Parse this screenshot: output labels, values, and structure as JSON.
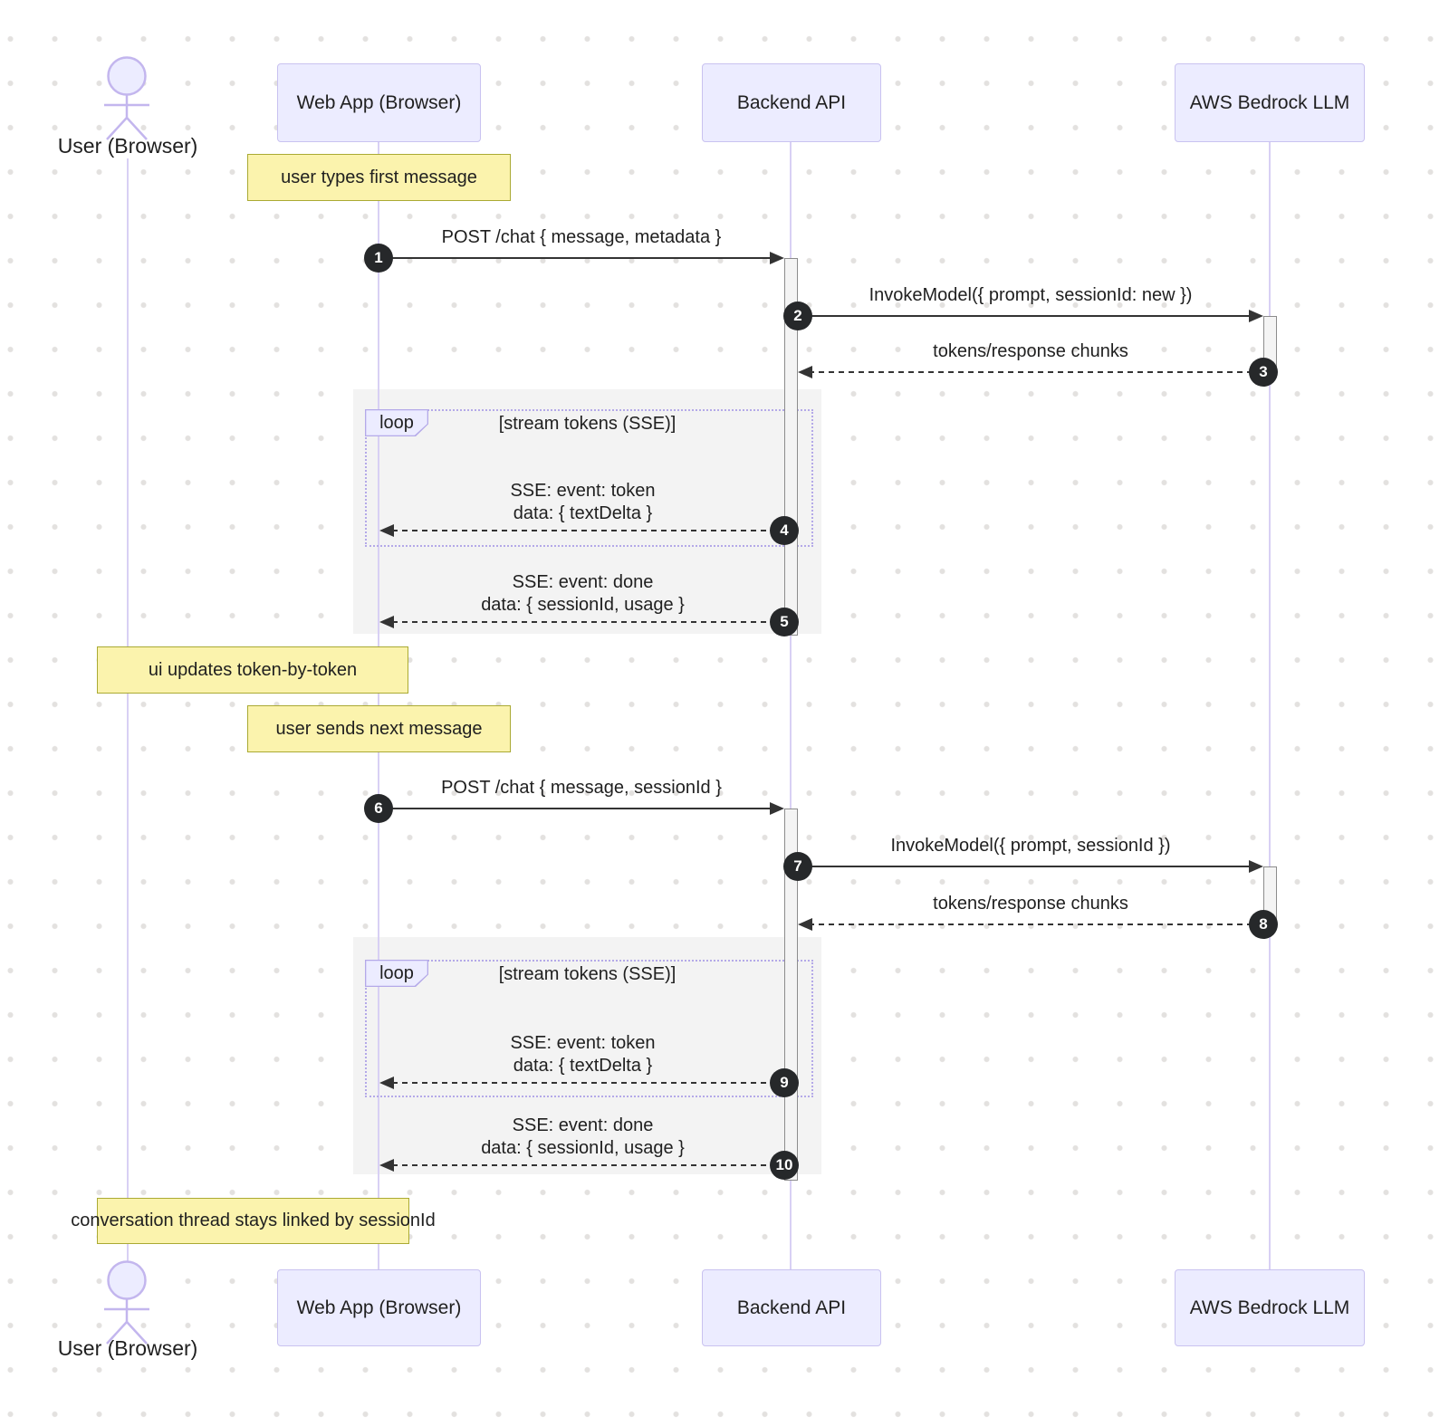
{
  "diagram": {
    "actor_label": "User (Browser)",
    "participants": {
      "webapp": "Web App (Browser)",
      "backend": "Backend API",
      "bedrock": "AWS Bedrock LLM"
    },
    "notes": [
      {
        "text": "user types first message",
        "over": "webapp"
      },
      {
        "text": "ui updates token-by-token",
        "over": "user,webapp"
      },
      {
        "text": "user sends next message",
        "over": "webapp"
      },
      {
        "text": "conversation thread stays linked by sessionId",
        "over": "user,webapp"
      }
    ],
    "loops": [
      {
        "label": "loop",
        "title": "[stream tokens (SSE)]"
      },
      {
        "label": "loop",
        "title": "[stream tokens (SSE)]"
      }
    ],
    "messages": [
      {
        "num": "1",
        "lines": [
          "POST /chat { message, metadata }"
        ],
        "style": "solid",
        "from": "webapp",
        "to": "backend"
      },
      {
        "num": "2",
        "lines": [
          "InvokeModel({ prompt, sessionId: new })"
        ],
        "style": "solid",
        "from": "backend",
        "to": "bedrock"
      },
      {
        "num": "3",
        "lines": [
          "tokens/response chunks"
        ],
        "style": "dashed",
        "from": "bedrock",
        "to": "backend"
      },
      {
        "num": "4",
        "lines": [
          "SSE: event: token",
          "data: { textDelta }"
        ],
        "style": "dashed",
        "from": "backend",
        "to": "webapp"
      },
      {
        "num": "5",
        "lines": [
          "SSE: event: done",
          "data: { sessionId, usage }"
        ],
        "style": "dashed",
        "from": "backend",
        "to": "webapp"
      },
      {
        "num": "6",
        "lines": [
          "POST /chat { message, sessionId }"
        ],
        "style": "solid",
        "from": "webapp",
        "to": "backend"
      },
      {
        "num": "7",
        "lines": [
          "InvokeModel({ prompt, sessionId })"
        ],
        "style": "solid",
        "from": "backend",
        "to": "bedrock"
      },
      {
        "num": "8",
        "lines": [
          "tokens/response chunks"
        ],
        "style": "dashed",
        "from": "bedrock",
        "to": "backend"
      },
      {
        "num": "9",
        "lines": [
          "SSE: event: token",
          "data: { textDelta }"
        ],
        "style": "dashed",
        "from": "backend",
        "to": "webapp"
      },
      {
        "num": "10",
        "lines": [
          "SSE: event: done",
          "data: { sessionId, usage }"
        ],
        "style": "dashed",
        "from": "backend",
        "to": "webapp"
      }
    ],
    "colors": {
      "participant_fill": "#ECECFF",
      "participant_border": "#c9c2f0",
      "note_fill": "#fbf3ad",
      "note_border": "#aaaa33",
      "lifeline": "#d8d0f4",
      "actor_stroke": "#c3b6ee",
      "arrow": "#333333",
      "badge_bg": "#26282a",
      "loop_border": "#b4a9e8",
      "region_fill": "#f3f3f3",
      "activation_fill": "#f4f4f4",
      "activation_border": "#8c8c8c",
      "background_dot": "#e3e1df"
    }
  }
}
